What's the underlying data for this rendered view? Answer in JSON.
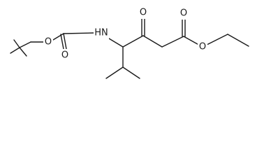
{
  "molecule": {
    "line_color": "#1a1a1a",
    "background": "#ffffff",
    "atom_labels": {
      "boc_ether_oxygen": "O",
      "boc_carbonyl_oxygen": "O",
      "amide_nitrogen": "HN",
      "ketone_oxygen": "O",
      "ester_carbonyl_oxygen": "O",
      "ester_ether_oxygen": "O"
    }
  }
}
